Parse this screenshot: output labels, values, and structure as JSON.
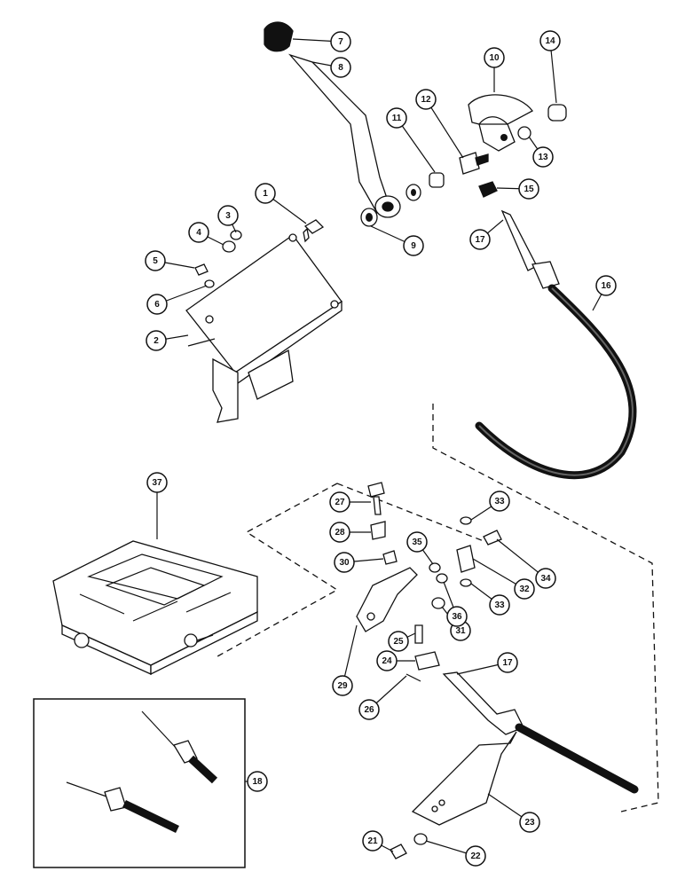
{
  "callouts": [
    "1",
    "2",
    "3",
    "4",
    "5",
    "6",
    "7",
    "8",
    "9",
    "10",
    "11",
    "12",
    "13",
    "14",
    "15",
    "16",
    "17",
    "18",
    "21",
    "22",
    "23",
    "24",
    "25",
    "26",
    "27",
    "28",
    "29",
    "30",
    "31",
    "32",
    "33",
    "34",
    "35",
    "36",
    "37"
  ]
}
